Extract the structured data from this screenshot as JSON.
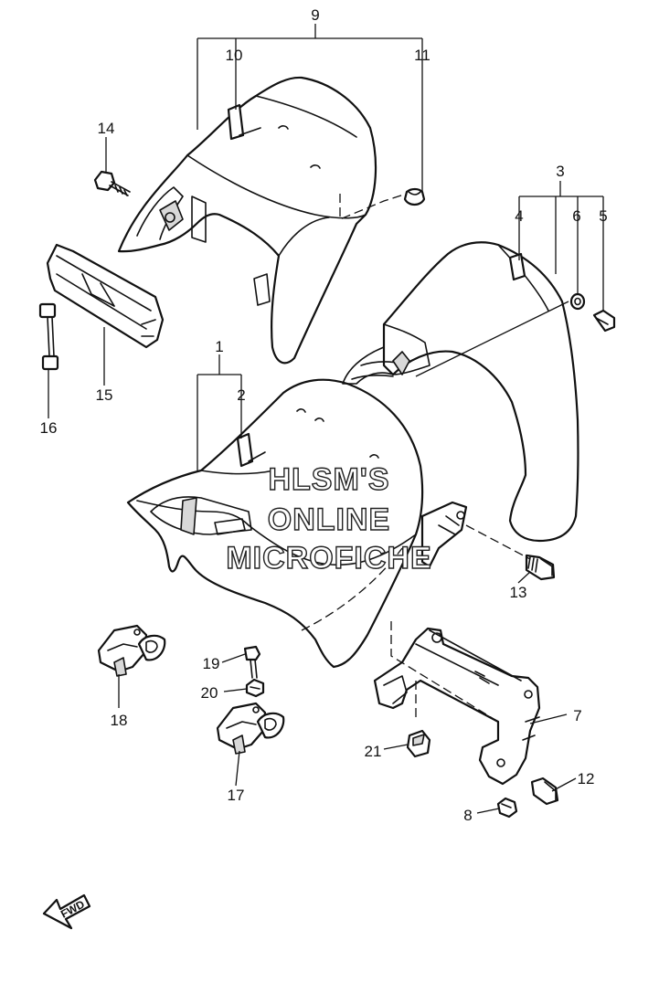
{
  "callouts": {
    "c1": "1",
    "c2": "2",
    "c3": "3",
    "c4": "4",
    "c5": "5",
    "c6": "6",
    "c7": "7",
    "c8": "8",
    "c9": "9",
    "c10": "10",
    "c11": "11",
    "c12": "12",
    "c13": "13",
    "c14": "14",
    "c15": "15",
    "c16": "16",
    "c17": "17",
    "c18": "18",
    "c19": "19",
    "c20": "20",
    "c21": "21"
  },
  "watermark": {
    "line1": "HLSM'S",
    "line2": "ONLINE",
    "line3": "MICROFICHE"
  },
  "fwd_arrow": {
    "label": "FWD"
  },
  "colors": {
    "ink": "#111111",
    "paper": "#ffffff"
  }
}
